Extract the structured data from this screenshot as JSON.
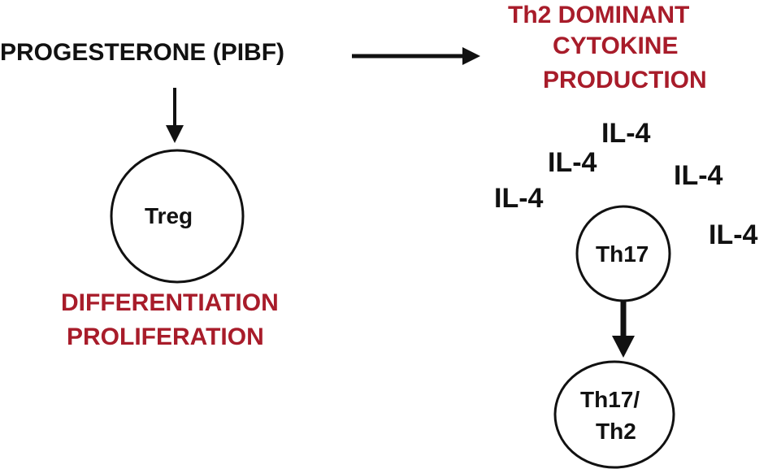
{
  "source_label": "PROGESTERONE (PIBF)",
  "th2_heading": {
    "line1": "Th2 DOMINANT",
    "line2": "CYTOKINE",
    "line3": "PRODUCTION"
  },
  "treg_node": {
    "label": "Treg"
  },
  "treg_effects": {
    "line1": "DIFFERENTIATION",
    "line2": "PROLIFERATION"
  },
  "cytokines": [
    "IL-4",
    "IL-4",
    "IL-4",
    "IL-4",
    "IL-4"
  ],
  "th17_node": {
    "label": "Th17"
  },
  "th17_th2_node": {
    "line1": "Th17/",
    "line2": "Th2"
  },
  "colors": {
    "text": "#111111",
    "accent": "#a81c2a"
  }
}
